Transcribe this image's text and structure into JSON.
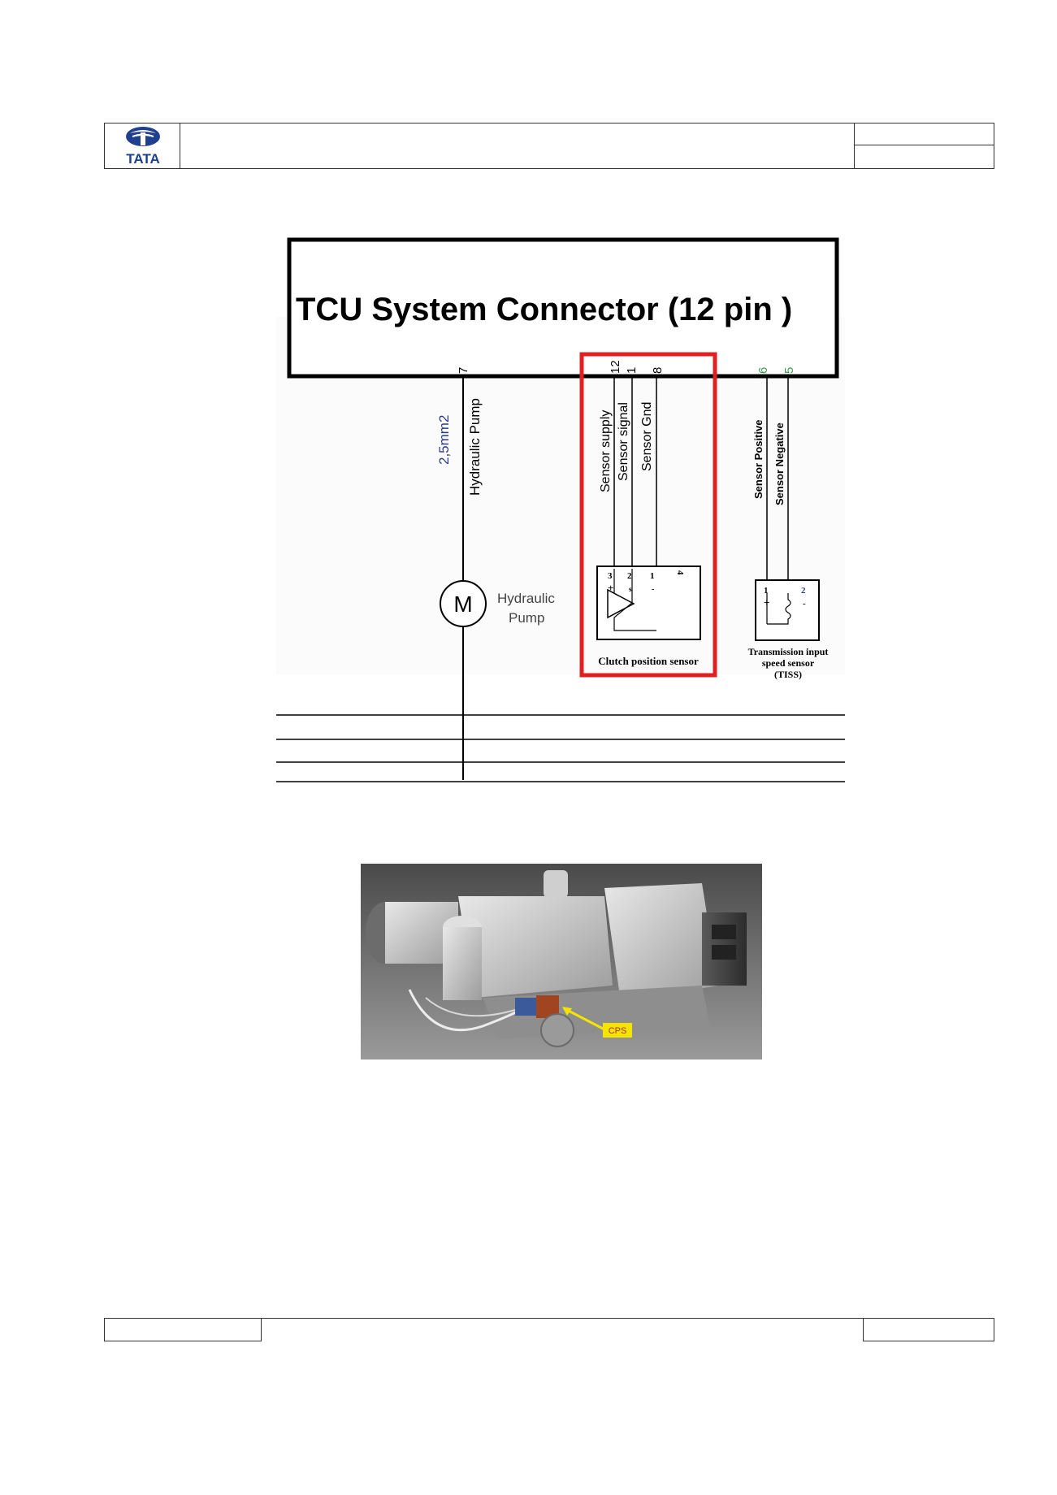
{
  "header": {
    "logo_text": "TATA",
    "title": "",
    "right_top": "",
    "right_bottom": ""
  },
  "diagram": {
    "connector_title": "TCU  System Connector (12 pin )",
    "pins": {
      "pump_pin": "7",
      "cps_supply_pin": "12",
      "cps_signal_pin": "1",
      "cps_gnd_pin": "8",
      "tiss_pos_pin": "6",
      "tiss_neg_pin": "5"
    },
    "wire_labels": {
      "wire_size": "2,5mm2",
      "hydraulic_pump_wire": "Hydraulic Pump",
      "sensor_supply": "Sensor supply",
      "sensor_signal": "Sensor signal",
      "sensor_gnd": "Sensor Gnd",
      "sensor_positive": "Sensor Positive",
      "sensor_negative": "Sensor Negative"
    },
    "motor": {
      "symbol": "M",
      "label_line1": "Hydraulic",
      "label_line2": "Pump"
    },
    "cps": {
      "terminals": [
        "3",
        "2",
        "1",
        "4"
      ],
      "term_plus": "+",
      "term_s": "s",
      "term_dot": "-",
      "label": "Clutch position sensor"
    },
    "tiss": {
      "terminals": [
        "1",
        "2"
      ],
      "term_plus": "+",
      "term_minus": "-",
      "label_line1": "Transmission input",
      "label_line2": "speed sensor",
      "label_line3": "(TISS)"
    },
    "colors": {
      "wire_size_text": "#2b3a8f",
      "highlight_box": "#e02020",
      "tiss_pin_text": "#3aa14a"
    }
  },
  "photo": {
    "callout": "CPS",
    "callout_color": "#f5e400"
  },
  "footer": {
    "left": "",
    "middle": "",
    "right": ""
  }
}
